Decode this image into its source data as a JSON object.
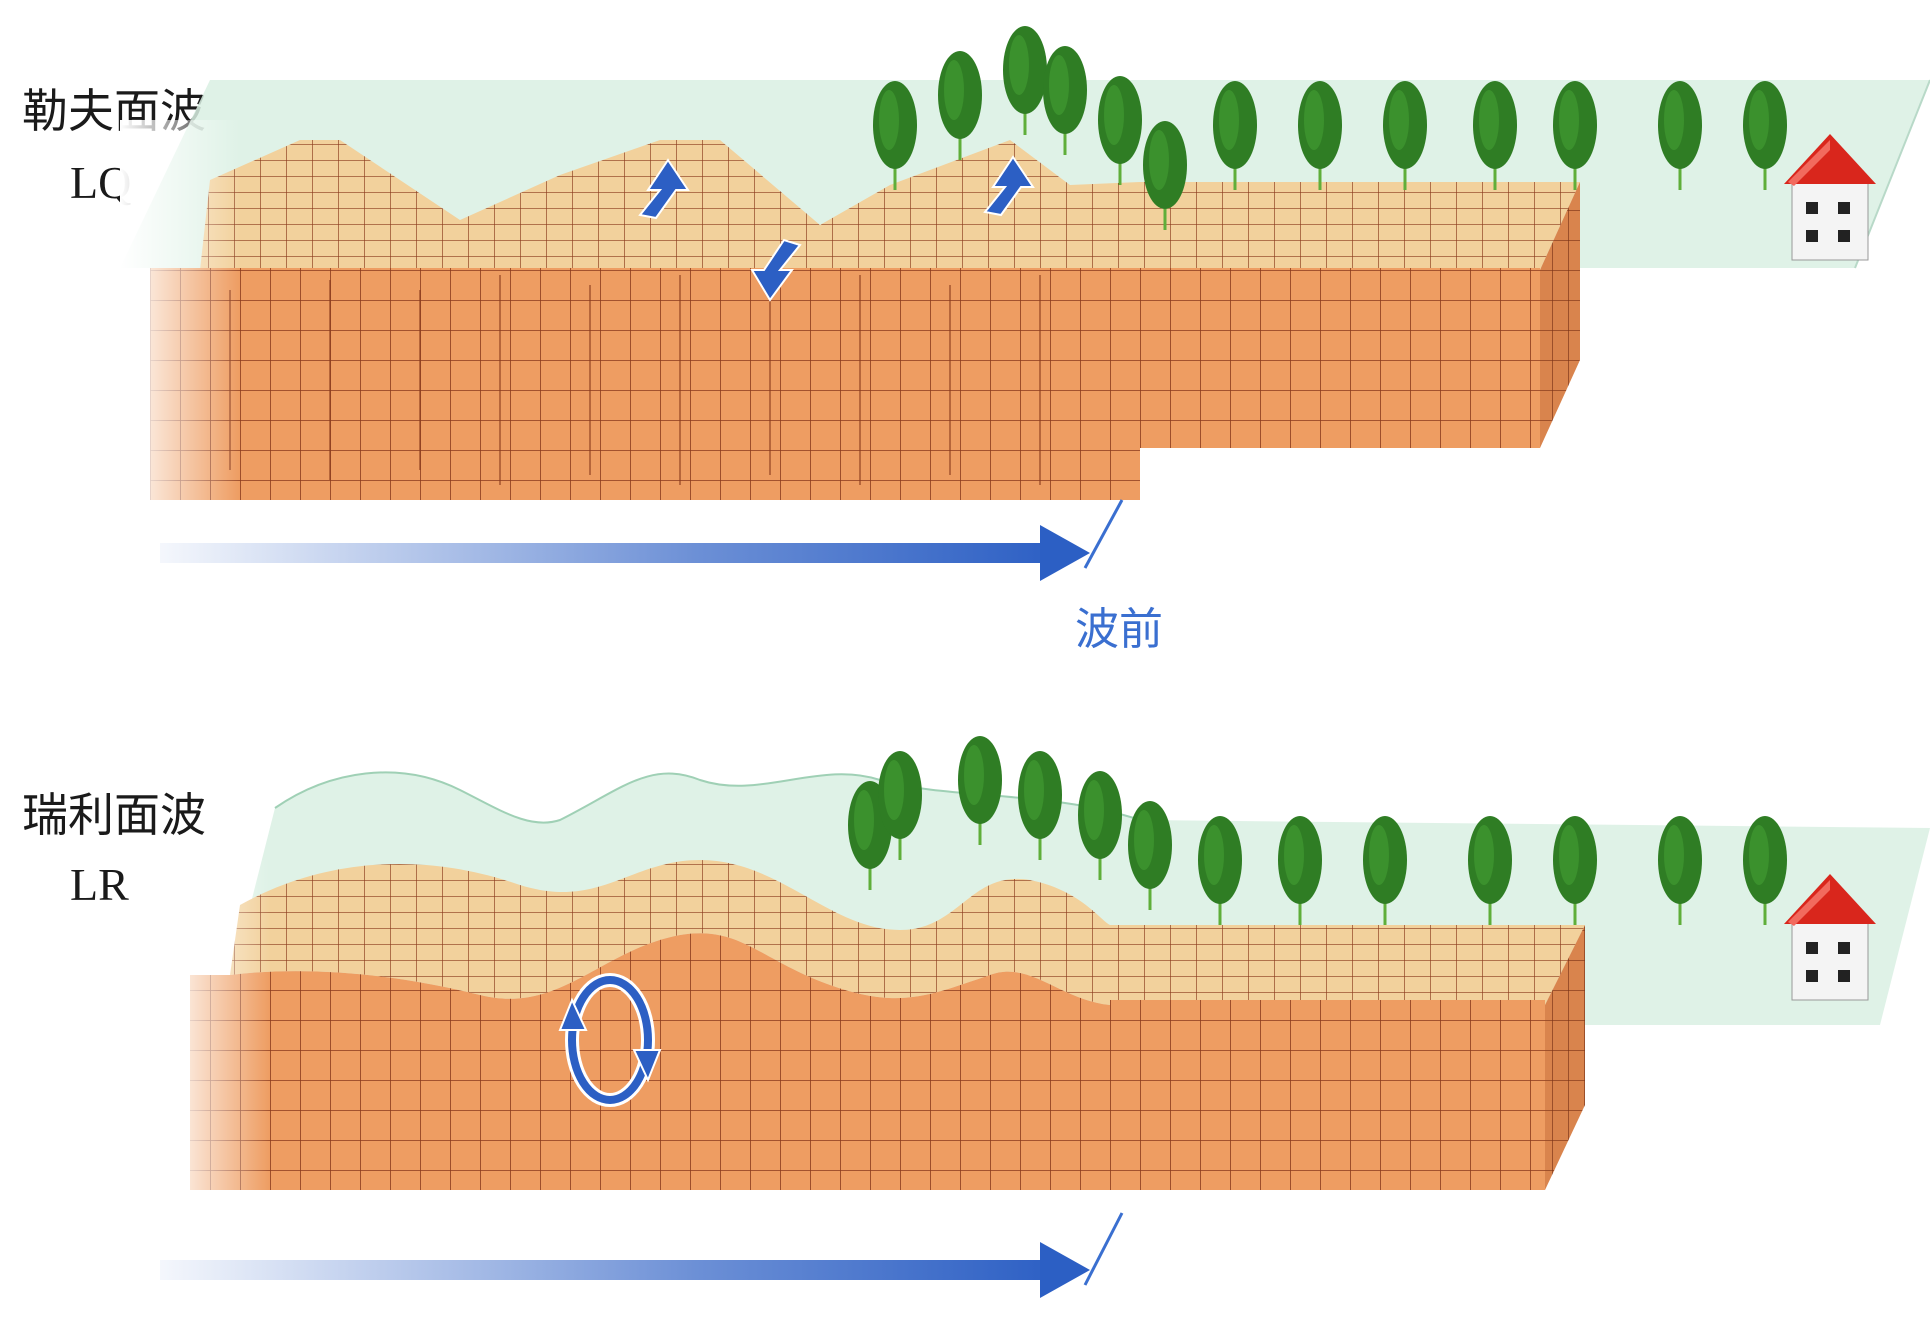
{
  "love_wave": {
    "name": "勒夫面波",
    "code": "LQ"
  },
  "rayleigh_wave": {
    "name": "瑞利面波",
    "code": "LR"
  },
  "wavefront_label": "波前",
  "colors": {
    "rock": "#ee9d62",
    "rock_top": "#f2d19c",
    "grid_line": "#8a3a1c",
    "sky_band": "#d9f0e3",
    "arrow_blue": "#2c5fc4",
    "wavefront_text": "#3a6fd0",
    "tree": "#2f7d24",
    "roof": "#d9261c"
  }
}
